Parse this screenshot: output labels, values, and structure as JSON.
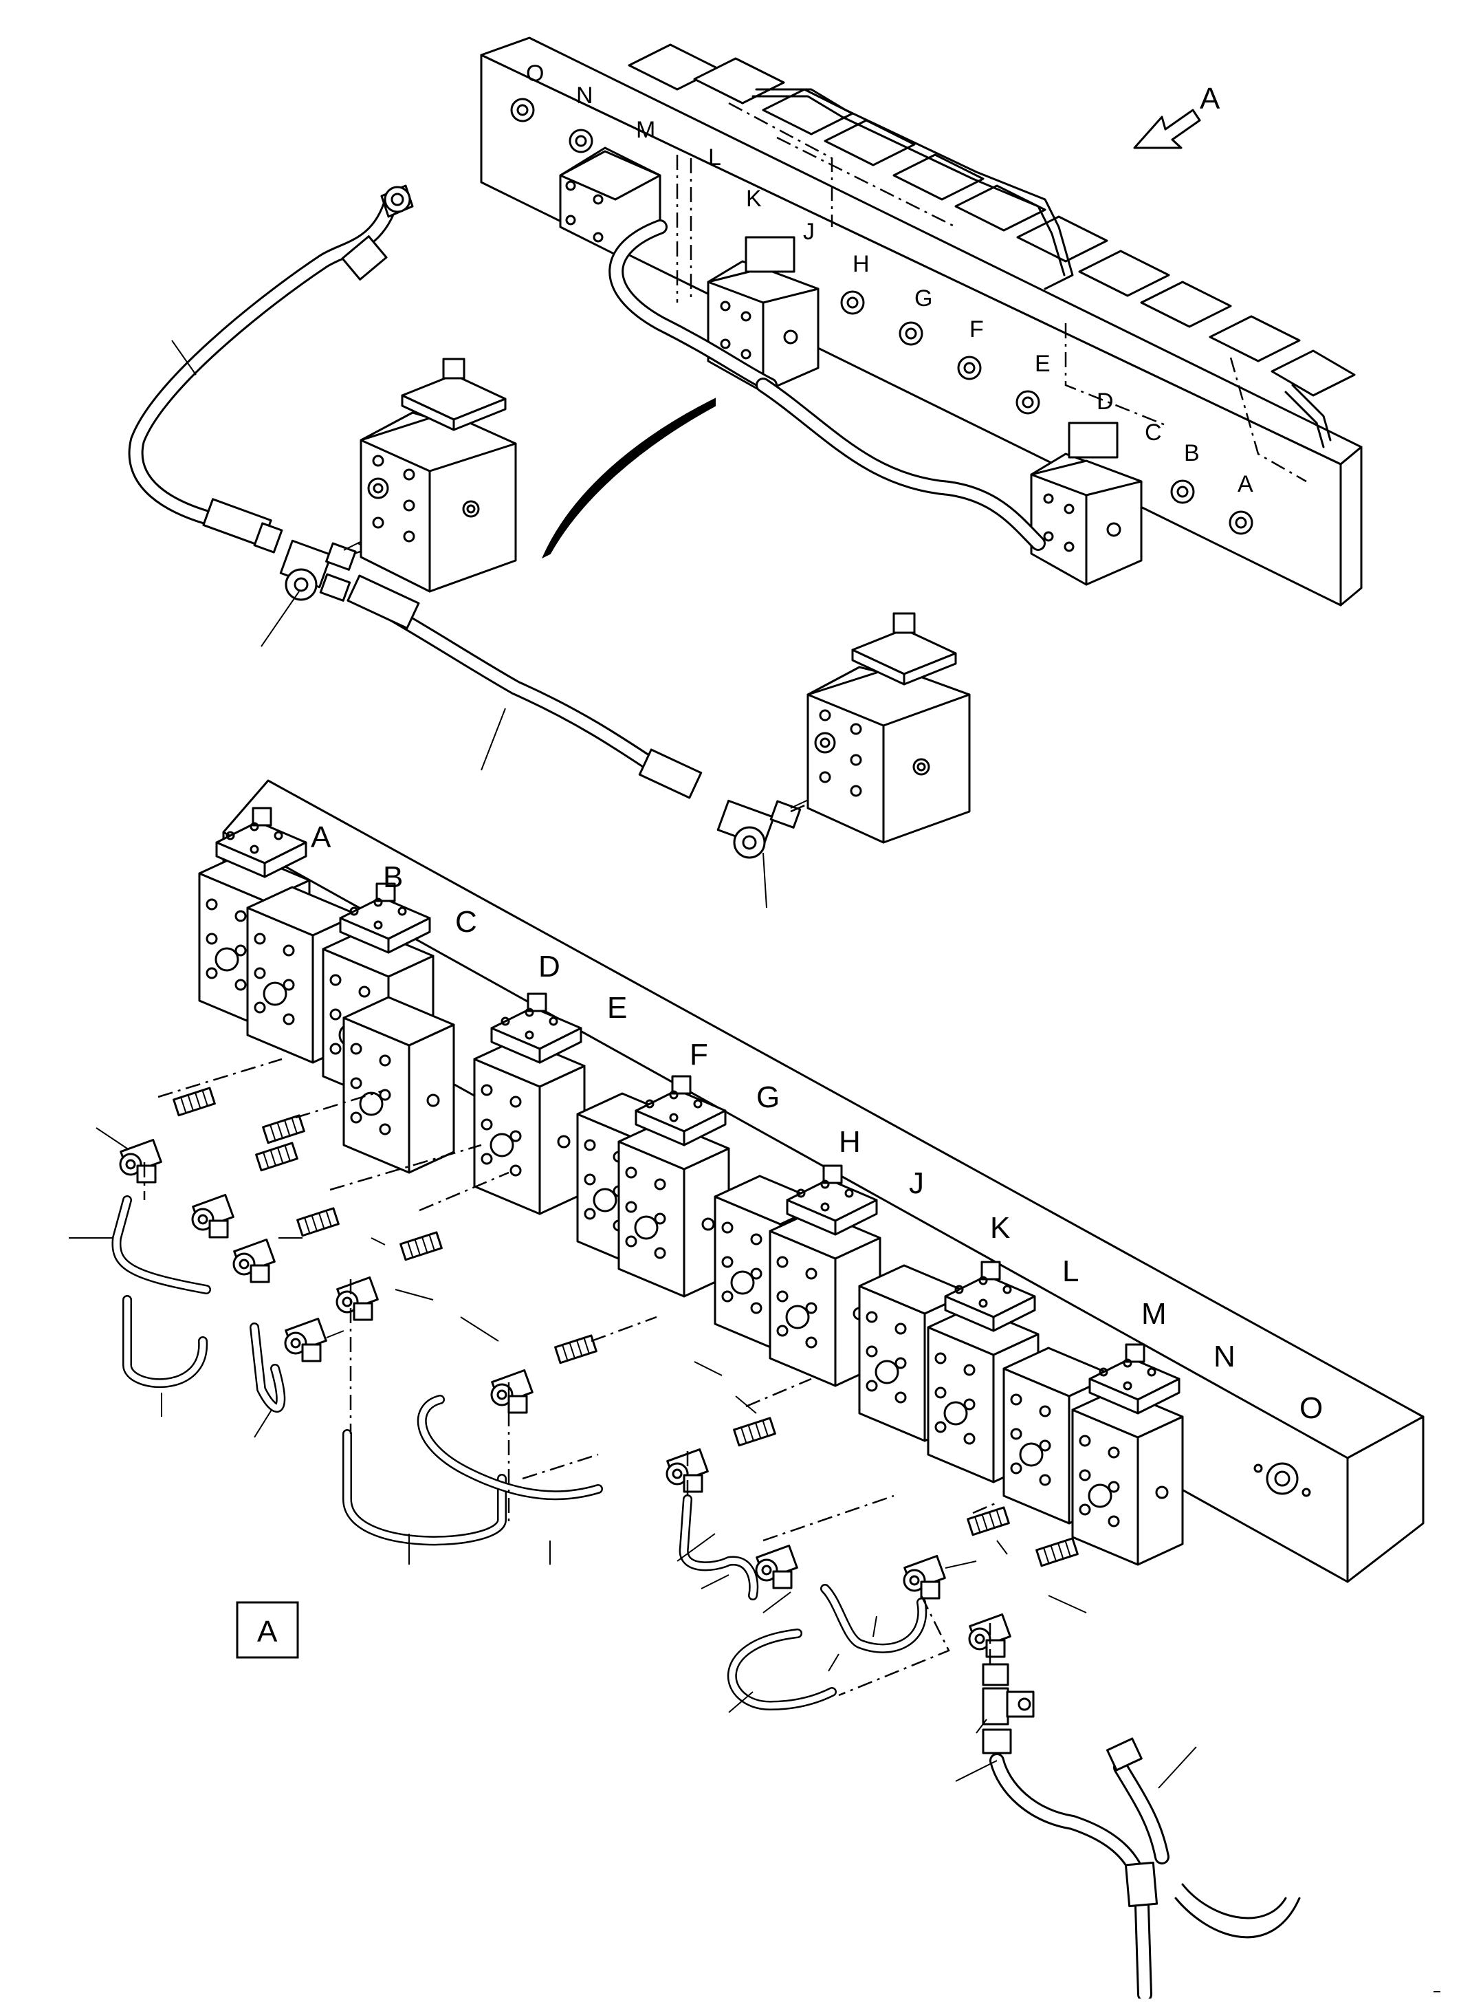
{
  "view_arrow": {
    "label": "A"
  },
  "detail_ref": {
    "label": "A"
  },
  "top_assembly": {
    "valve_labels": [
      "O",
      "N",
      "M",
      "L",
      "K",
      "J",
      "H",
      "G",
      "F",
      "E",
      "D",
      "C",
      "B",
      "A"
    ]
  },
  "bottom_assembly": {
    "valve_labels": [
      "A",
      "B",
      "C",
      "D",
      "E",
      "F",
      "G",
      "H",
      "J",
      "K",
      "L",
      "M",
      "N",
      "O"
    ]
  }
}
